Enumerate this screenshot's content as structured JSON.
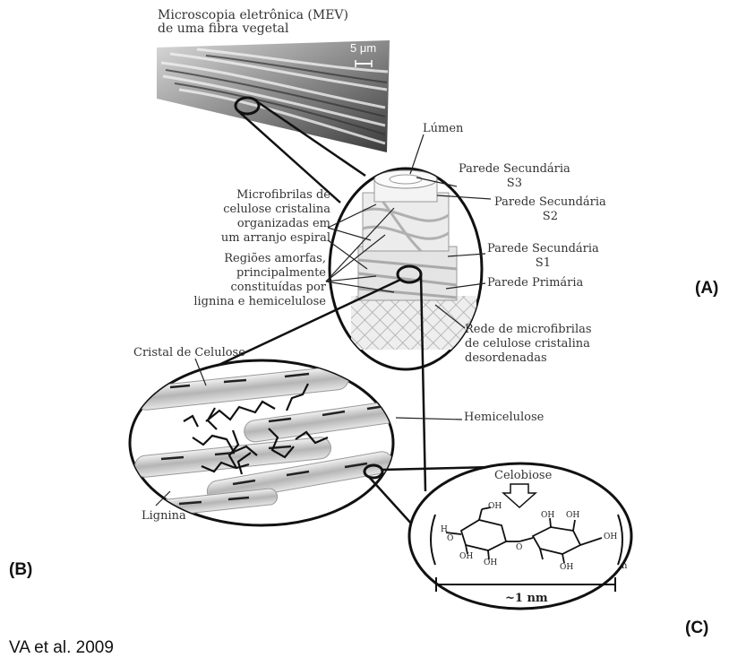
{
  "sem_title": "Microscopia eletrônica (MEV)\nde uma fibra vegetal",
  "scale_bar": "5 μm",
  "fiber_labels": {
    "lumen": "Lúmen",
    "s3": "Parede Secundária\nS3",
    "s2": "Parede Secundária\nS2",
    "s1": "Parede Secundária\nS1",
    "primary": "Parede Primária",
    "network": "Rede de microfibrilas\nde celulose cristalina\ndesordenadas",
    "microfibrils": "Microfibrilas de\ncelulose cristalina\norganizadas em\num arranjo espiral",
    "amorphous": "Regiões amorfas,\nprincipalmente\nconstituídas por\nlignina e hemicelulose"
  },
  "composite_labels": {
    "crystal": "Cristal de Celulose",
    "hemicellulose": "Hemicelulose",
    "lignin": "Lignina"
  },
  "molecule": {
    "title": "Celobiose",
    "oh": "OH",
    "o": "O",
    "h": "H",
    "n": "n",
    "scale": "~1 nm"
  },
  "panel_labels": {
    "a": "(A)",
    "b": "(B)",
    "c": "(C)"
  },
  "credit": "VA et al. 2009"
}
